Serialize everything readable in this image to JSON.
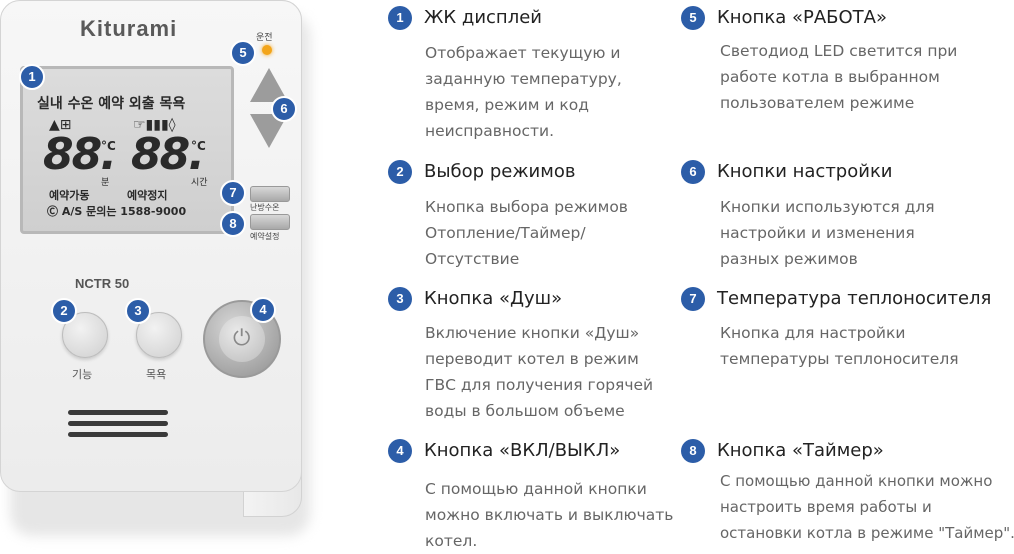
{
  "device": {
    "brand": "Kiturami",
    "model": "NCTR 50",
    "lcd": {
      "top_row": "실내 수온 예약 외출 목욕",
      "icons_left": "▲⊞",
      "icons_right": "☞▮▮▮◊",
      "digits_left": "88.",
      "digits_right": "88.",
      "celsius_left": "°C",
      "celsius_right": "°C",
      "unit_left": "분",
      "unit_right": "시간",
      "reserve_on": "예약가동",
      "reserve_off": "예약정지",
      "as_line": "Ⓒ A/S 문의는 1588-9000"
    },
    "led_label": "운전",
    "btn2_label": "기능",
    "btn3_label": "목욕",
    "btn7_label": "난방수온",
    "btn8_label": "예약설정",
    "badges": [
      "1",
      "2",
      "3",
      "4",
      "5",
      "6",
      "7",
      "8"
    ]
  },
  "items": [
    {
      "num": "1",
      "title": "ЖК дисплей",
      "desc": [
        "Отображает текущую и",
        "заданную температуру,",
        "время, режим и код",
        "неисправности."
      ]
    },
    {
      "num": "2",
      "title": "Выбор режимов",
      "desc": [
        "Кнопка выбора режимов",
        "Отопление/Таймер/",
        "Отсутствие"
      ]
    },
    {
      "num": "3",
      "title": "Кнопка «Душ»",
      "desc": [
        "Включение кнопки «Душ»",
        "переводит котел в режим",
        "ГВС для получения горячей",
        "воды в большом объеме"
      ]
    },
    {
      "num": "4",
      "title": "Кнопка «ВКЛ/ВЫКЛ»",
      "desc": [
        "С помощью данной кнопки",
        "можно включать и выключать",
        "котел."
      ]
    },
    {
      "num": "5",
      "title": "Кнопка «РАБОТА»",
      "desc": [
        "Светодиод LED светится при",
        "работе котла в выбранном",
        "пользователем режиме"
      ]
    },
    {
      "num": "6",
      "title": "Кнопки настройки",
      "desc": [
        "Кнопки используются для",
        "настройки и изменения",
        "разных режимов"
      ]
    },
    {
      "num": "7",
      "title": "Температура теплоносителя",
      "desc": [
        "Кнопка для настройки",
        "температуры теплоносителя"
      ]
    },
    {
      "num": "8",
      "title": "Кнопка «Таймер»",
      "desc": [
        "С помощью данной кнопки можно",
        "настроить время работы и",
        "остановки котла в режиме \"Таймер\"."
      ]
    }
  ]
}
